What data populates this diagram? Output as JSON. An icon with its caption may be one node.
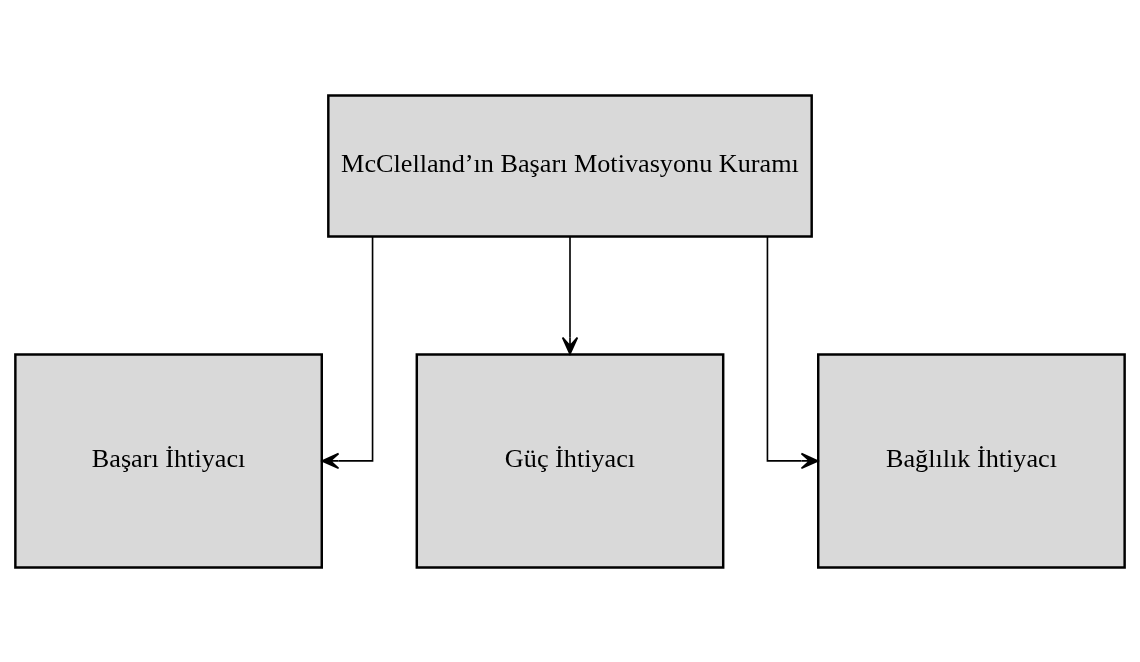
{
  "diagram": {
    "nodes": [
      {
        "text": [
          "McClelland’ın Başarı Motivasyonu Kuramı"
        ]
      },
      {
        "text": [
          "Başarı İhtiyacı"
        ]
      },
      {
        "text": [
          "Güç İhtiyacı"
        ]
      },
      {
        "text": [
          "Bağlılık İhtiyacı"
        ]
      }
    ],
    "edges": [
      {
        "from": 0,
        "to": 1,
        "arrow": "to"
      },
      {
        "from": 0,
        "to": 2,
        "arrow": "to"
      },
      {
        "from": 0,
        "to": 3,
        "arrow": "to"
      }
    ]
  }
}
